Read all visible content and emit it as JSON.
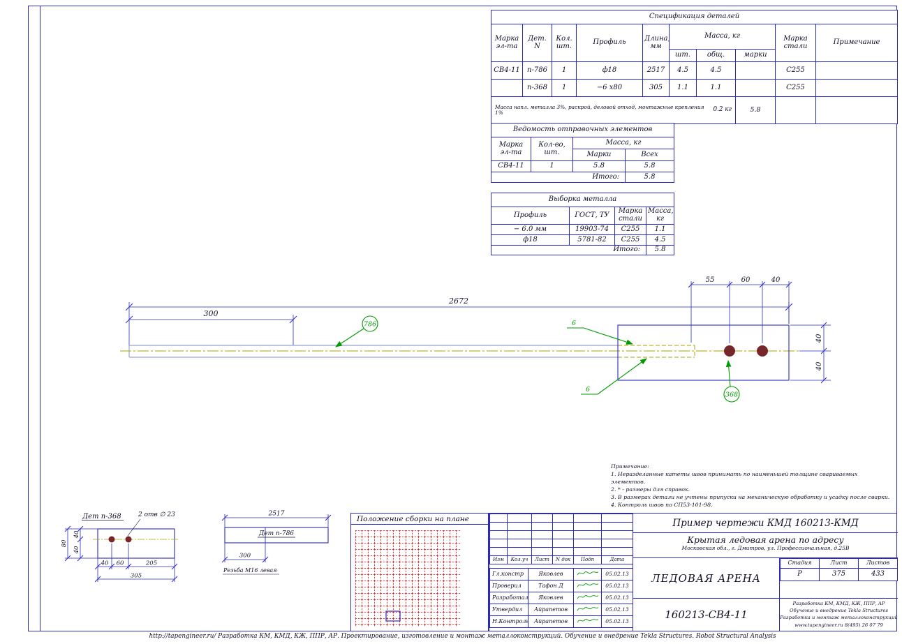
{
  "colors": {
    "line_blue": "#2a2ac0",
    "ink": "#101028",
    "green": "#009900",
    "olive": "#a6a400",
    "maroon": "#77262a",
    "grid_red": "#d01818"
  },
  "spec_table": {
    "title": "Спецификация деталей",
    "col_marka": "Марка\nэл-та",
    "col_det": "Дет.\nN",
    "col_qty": "Кол.\nшт.",
    "col_profile": "Профиль",
    "col_length": "Длина,\nмм",
    "col_mass": "Масса, кг",
    "col_mass_pc": "шт.",
    "col_mass_total": "общ.",
    "col_mass_marki": "марки",
    "col_steel": "Марка\nстали",
    "col_note": "Примечание",
    "rows": [
      {
        "marka": "СВ4-11",
        "det": "п-786",
        "qty": "1",
        "profile": "ф18",
        "length": "2517",
        "mass_pc": "4.5",
        "mass_total": "4.5",
        "mass_marki": "",
        "steel": "С255",
        "note": ""
      },
      {
        "marka": "",
        "det": "п-368",
        "qty": "1",
        "profile": "−6 х80",
        "length": "305",
        "mass_pc": "1.1",
        "mass_total": "1.1",
        "mass_marki": "",
        "steel": "С255",
        "note": ""
      }
    ],
    "footer_note": "Масса напл. металла 3%, раскрой, деловой отход, монтажные крепления 1%",
    "footer_value": "0.2 кг",
    "footer_total": "5.8"
  },
  "shipping_table": {
    "title": "Ведомость отправочных элементов",
    "col_marka": "Марка\nэл-та",
    "col_qty": "Кол-во,\nшт.",
    "col_mass": "Масса, кг",
    "col_marki": "Марки",
    "col_all": "Всех",
    "row": {
      "marka": "СВ4-11",
      "qty": "1",
      "marki": "5.8",
      "all": "5.8"
    },
    "total_label": "Итого:",
    "total_value": "5.8"
  },
  "metal_table": {
    "title": "Выборка металла",
    "col_profile": "Профиль",
    "col_gost": "ГОСТ, ТУ",
    "col_steel": "Марка\nстали",
    "col_mass": "Масса,\nкг",
    "rows": [
      {
        "profile": "− 6.0 мм",
        "gost": "19903-74",
        "steel": "С255",
        "mass": "1.1"
      },
      {
        "profile": "ф18",
        "gost": "5781-82",
        "steel": "С255",
        "mass": "4.5"
      }
    ],
    "total_label": "Итого:",
    "total_value": "5.8"
  },
  "drawing": {
    "dim_overall": "2672",
    "dim_left_segment": "300",
    "dim_top_1": "55",
    "dim_top_2": "60",
    "dim_top_3": "40",
    "dim_right_top": "40",
    "dim_right_bottom": "40",
    "balloon_rod": "786",
    "balloon_plate": "368",
    "weld_top": "6",
    "weld_bottom": "6"
  },
  "detail_368": {
    "label": "Дет п-368",
    "holes_note": "2 отв ∅ 23",
    "dim_total_height": "80",
    "dim_h_top": "40",
    "dim_h_bottom": "40",
    "dim_b1": "40",
    "dim_b2": "60",
    "dim_b3": "205",
    "dim_total_width": "305"
  },
  "detail_786": {
    "label": "Дет п-786",
    "dim_length": "2517",
    "dim_thread": "300",
    "thread_note": "Резьба М16 левая"
  },
  "notes": {
    "title": "Примечание:",
    "items": [
      "1. Неразделанные катеты швов принимать по наименьшей толщине свариваемых элементов.",
      "2. * - размеры для справок.",
      "3. В размерах детали не учтены припуски на механическую обработку и усадку после сварки.",
      "4. Контроль швов по СП53-101-98."
    ]
  },
  "plan_panel": {
    "title": "Положение сборки на плане"
  },
  "title_block": {
    "project_title": "Пример чертежи КМД  160213-КМД",
    "object_title": "Крытая ледовая арена по адресу",
    "object_address": "Московская обл., г. Дмитров, ул. Профессиональная, д.25В",
    "drawing_name": "ЛЕДОВАЯ АРЕНА",
    "doc_number": "160213-СВ4-11",
    "rev_cols": [
      "Изм",
      "Кол.уч",
      "Лист",
      "N док",
      "Подп",
      "Дата"
    ],
    "stage_label": "Стадия",
    "sheet_label": "Лист",
    "sheets_label": "Листов",
    "stage": "Р",
    "sheet": "375",
    "sheets": "433",
    "sign_rows": [
      {
        "role": "Гл.констр",
        "name": "Яковлев",
        "date": "05.02.13"
      },
      {
        "role": "Проверил",
        "name": "Тафон Д",
        "date": "05.02.13"
      },
      {
        "role": "Разработал",
        "name": "Яковлев",
        "date": "05.02.13"
      },
      {
        "role": "Утвердил",
        "name": "Айрапетов",
        "date": "05.02.13"
      },
      {
        "role": "Н.Контроль",
        "name": "Айрапетов",
        "date": "05.02.13"
      }
    ],
    "company_lines": [
      "Разработка КМ, КМД, КЖ, ППР, АР",
      "Обучение и внедрение Tekla Structures",
      "Разработка и монтаж металлоконструкций",
      "www.tapengineer.ru    8(495) 26 07 79"
    ]
  },
  "footer": {
    "text": "http://tapengineer.ru/   Разработка КМ, КМД, КЖ, ППР, АР. Проектирование, изготовление и монтаж металлоконструкций. Обучение и внедрение Tekla Structures. Robot Structural Analysis"
  }
}
